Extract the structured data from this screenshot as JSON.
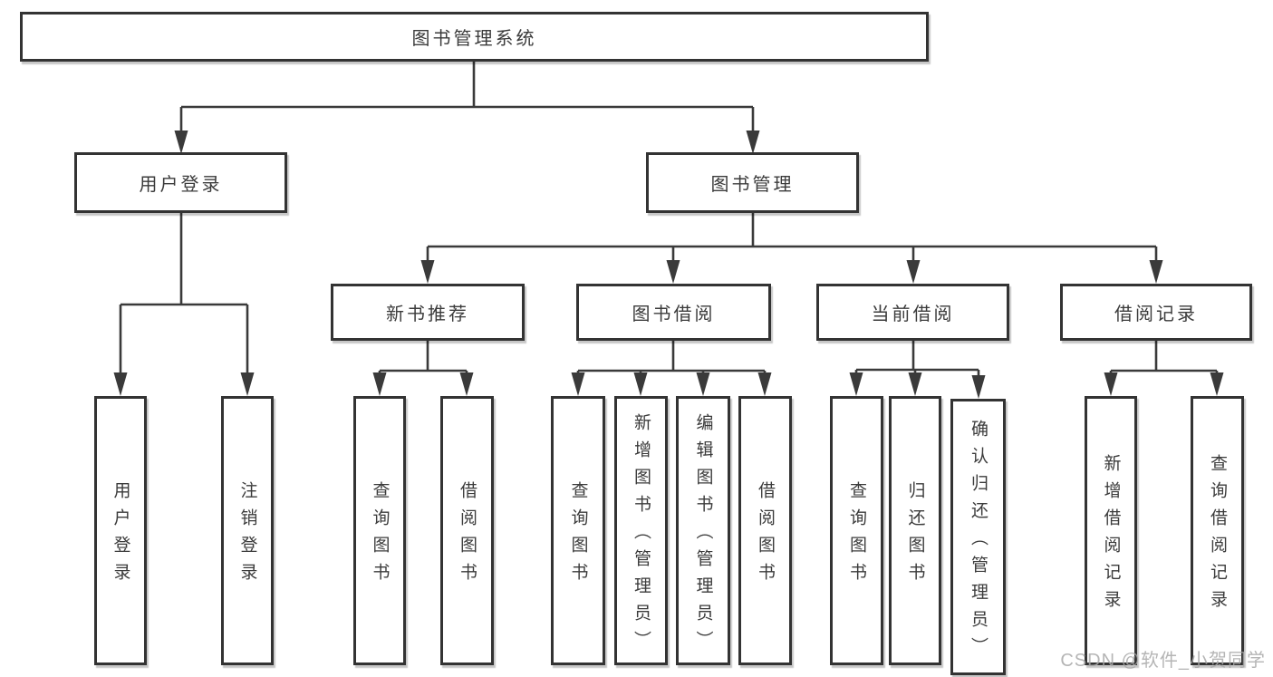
{
  "diagram": {
    "root": {
      "id": "library-management-system",
      "label": "图书管理系统"
    },
    "level2": [
      {
        "id": "user-login-module",
        "label": "用户登录"
      },
      {
        "id": "book-management-module",
        "label": "图书管理"
      }
    ],
    "level3": [
      {
        "id": "new-book-recommend",
        "label": "新书推荐"
      },
      {
        "id": "book-borrowing",
        "label": "图书借阅"
      },
      {
        "id": "current-borrowing",
        "label": "当前借阅"
      },
      {
        "id": "borrowing-records",
        "label": "借阅记录"
      }
    ],
    "leaves": [
      {
        "id": "user-login",
        "label": "用户登录",
        "parent": "user-login-module"
      },
      {
        "id": "logout",
        "label": "注销登录",
        "parent": "user-login-module"
      },
      {
        "id": "query-books-recommend",
        "label": "查询图书",
        "parent": "new-book-recommend"
      },
      {
        "id": "borrow-books-recommend",
        "label": "借阅图书",
        "parent": "new-book-recommend"
      },
      {
        "id": "query-books-borrowing",
        "label": "查询图书",
        "parent": "book-borrowing"
      },
      {
        "id": "add-books-admin",
        "label": "新增图书（管理员）",
        "parent": "book-borrowing"
      },
      {
        "id": "edit-books-admin",
        "label": "编辑图书（管理员）",
        "parent": "book-borrowing"
      },
      {
        "id": "borrow-books-borrowing",
        "label": "借阅图书",
        "parent": "book-borrowing"
      },
      {
        "id": "query-books-current",
        "label": "查询图书",
        "parent": "current-borrowing"
      },
      {
        "id": "return-books",
        "label": "归还图书",
        "parent": "current-borrowing"
      },
      {
        "id": "confirm-return-admin",
        "label": "确认归还（管理员）",
        "parent": "current-borrowing"
      },
      {
        "id": "add-borrow-record",
        "label": "新增借阅记录",
        "parent": "borrowing-records"
      },
      {
        "id": "query-borrow-record",
        "label": "查询借阅记录",
        "parent": "borrowing-records"
      }
    ]
  },
  "watermark": {
    "text": "CSDN @软件_小贺同学"
  },
  "colors": {
    "line": "#3a3a3a",
    "box_border": "#333333",
    "text": "#3b3b3b",
    "background": "#ffffff",
    "watermark": "#a8a8a8"
  }
}
